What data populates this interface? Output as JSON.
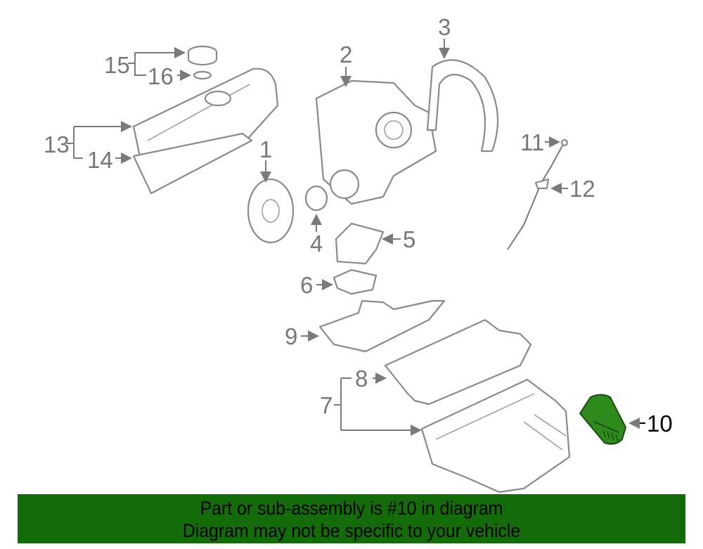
{
  "diagram": {
    "callouts": [
      "1",
      "2",
      "3",
      "4",
      "5",
      "6",
      "7",
      "8",
      "9",
      "10",
      "11",
      "12",
      "13",
      "14",
      "15",
      "16"
    ],
    "highlighted_callout": "10",
    "highlight_color": "#2f8a1e",
    "line_color": "#8a8a8a"
  },
  "banner": {
    "line1": "Part or sub-assembly is #10 in diagram",
    "line2": "Diagram may not be specific to your vehicle",
    "background": "#146b0a"
  }
}
